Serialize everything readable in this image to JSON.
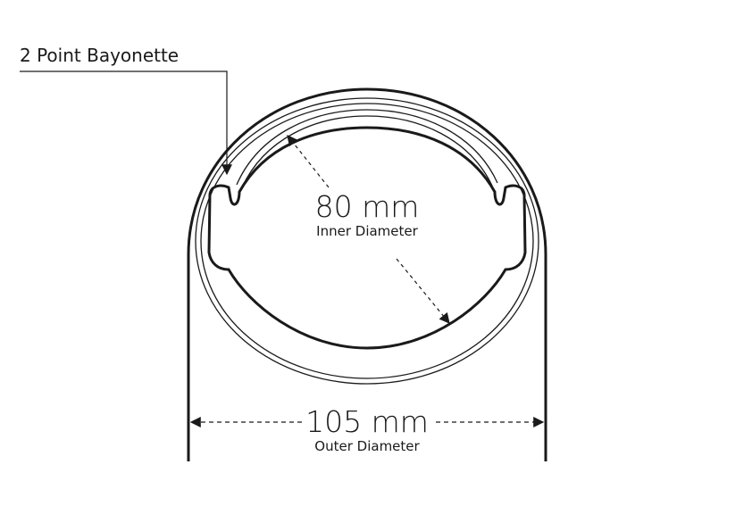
{
  "title": "",
  "callout": {
    "label": "2 Point Bayonette"
  },
  "inner_diameter": {
    "value": "80 mm",
    "caption": "Inner Diameter"
  },
  "outer_diameter": {
    "value": "105 mm",
    "caption": "Outer Diameter"
  },
  "colors": {
    "stroke": "#1a1a1a",
    "background": "#ffffff"
  }
}
